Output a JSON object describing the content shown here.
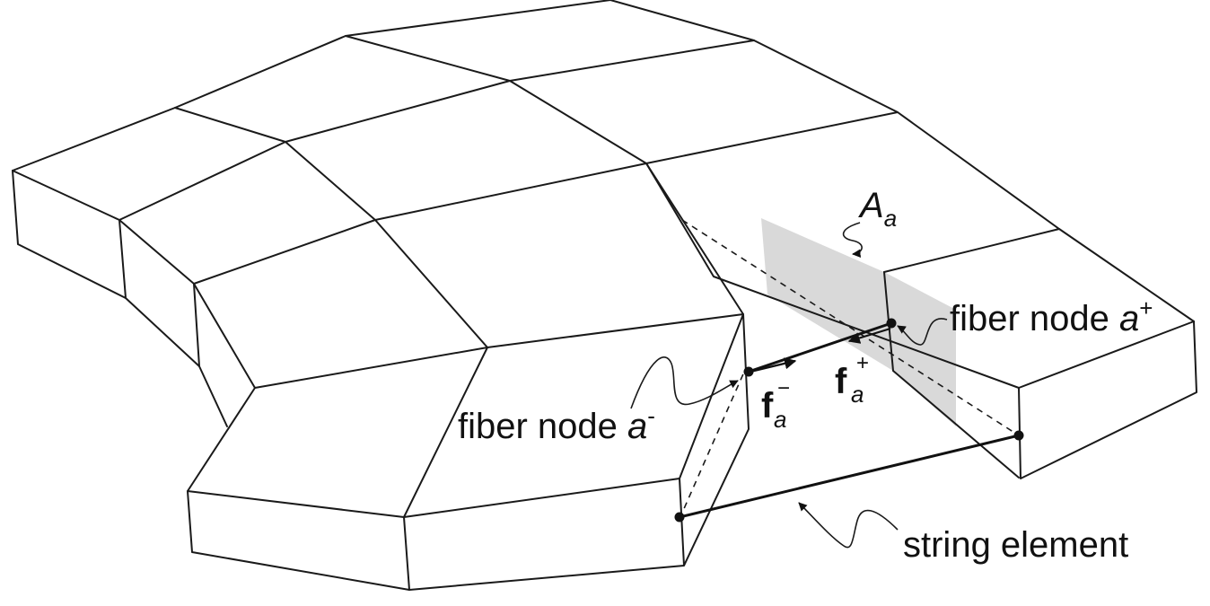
{
  "labels": {
    "area_symbol": "A",
    "area_subscript": "a",
    "fiber_node_plus_text": "fiber node ",
    "fiber_node_plus_var": "a",
    "fiber_node_plus_sign": "+",
    "fiber_node_minus_text": "fiber node ",
    "fiber_node_minus_var": "a",
    "fiber_node_minus_sign": "-",
    "force_plus_symbol": "f",
    "force_plus_subscript": "a",
    "force_plus_superscript": "+",
    "force_minus_symbol": "f",
    "force_minus_subscript": "a",
    "force_minus_superscript": "−",
    "string_element": "string element"
  },
  "colors": {
    "line": "#1a1a1a",
    "cross_section_fill": "#d9d9d9",
    "background": "#ffffff"
  }
}
